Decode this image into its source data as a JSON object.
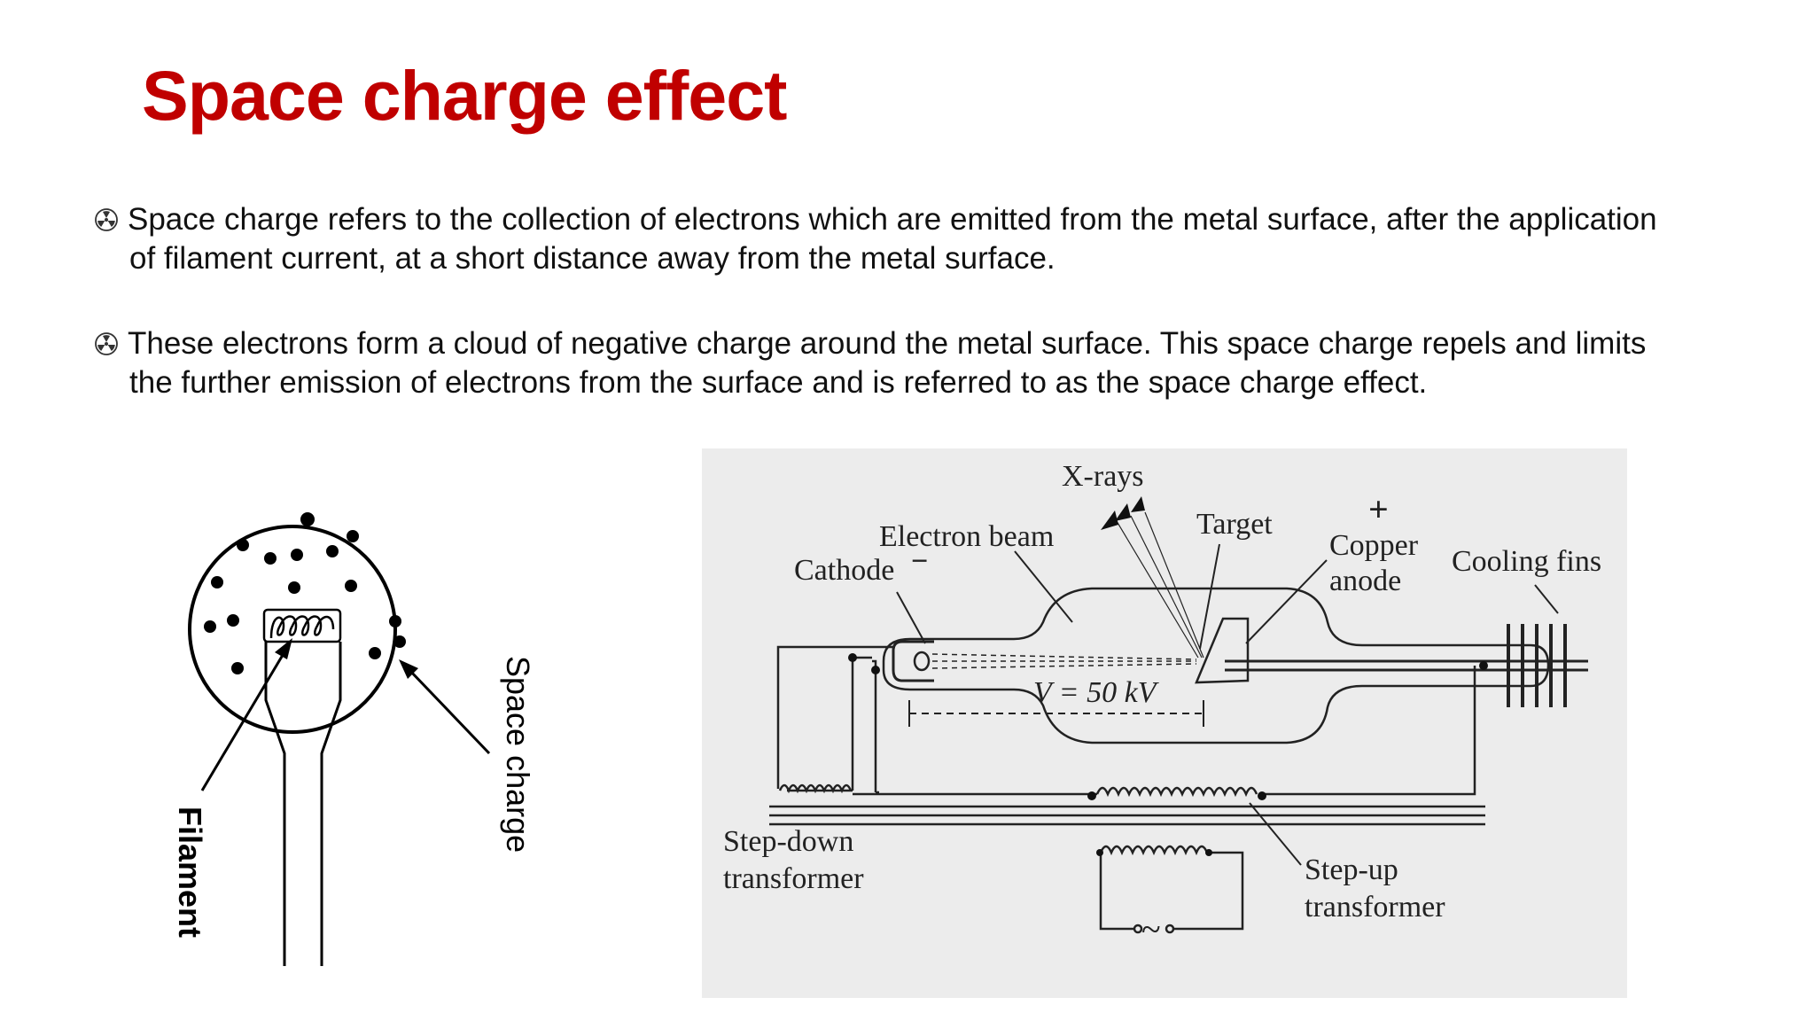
{
  "slide": {
    "title": "Space charge effect",
    "bullets": [
      {
        "line1": "Space charge refers to the collection of electrons which are emitted from the metal surface, after the application",
        "line2": "of filament current, at a short distance away from the metal surface."
      },
      {
        "line1": "These electrons form a cloud of negative charge around the metal surface. This space charge repels and limits",
        "line2": "the further emission of electrons from the surface and is referred to as the space charge effect."
      }
    ],
    "bullet_icon": "radiation-symbol-icon",
    "title_color": "#c00000"
  },
  "filament_diagram": {
    "label_filament": "Filament",
    "label_space_charge": "Space charge"
  },
  "xray_diagram": {
    "x_rays": "X-rays",
    "target": "Target",
    "plus": "+",
    "minus": "−",
    "copper": "Copper",
    "anode": "anode",
    "electron_beam": "Electron beam",
    "cathode": "Cathode",
    "cooling_fins": "Cooling fins",
    "voltage": "V = 50 kV",
    "step_down_1": "Step-down",
    "step_down_2": "transformer",
    "step_up_1": "Step-up",
    "step_up_2": "transformer",
    "ac_symbol": "~"
  }
}
